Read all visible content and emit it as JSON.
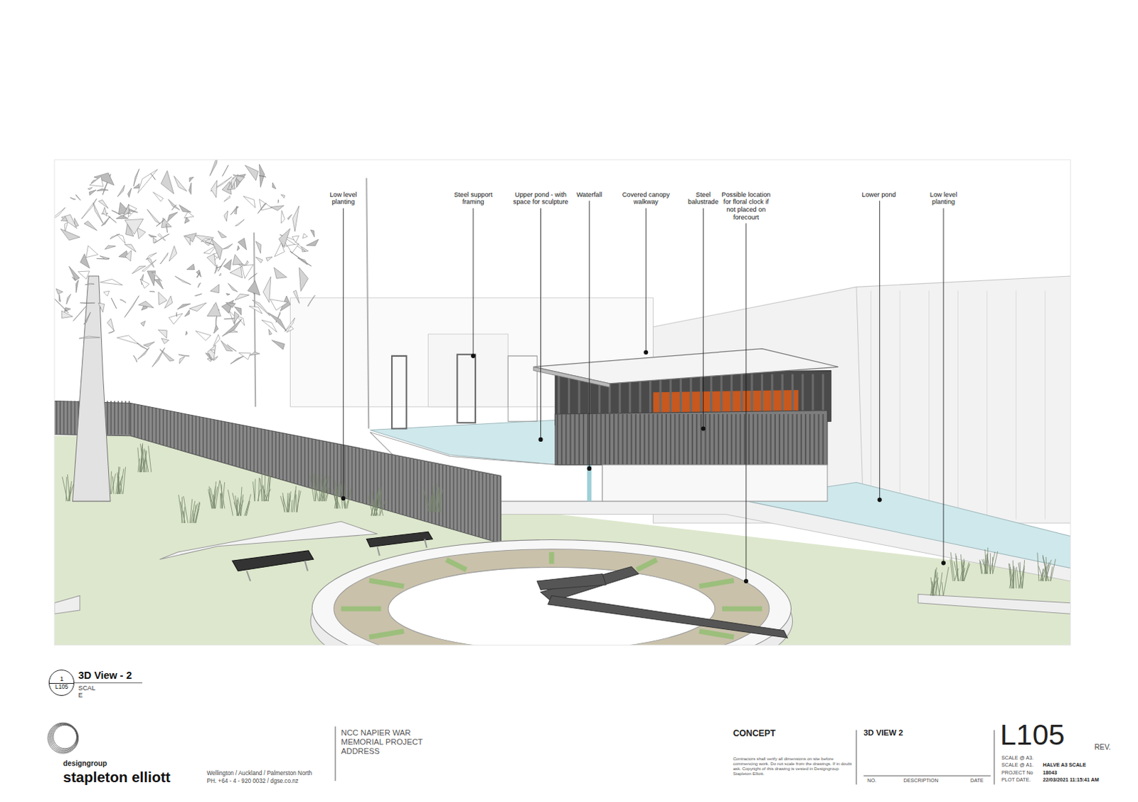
{
  "diagram": {
    "title": "3D View - 2",
    "nodes": [
      {
        "text": [
          "1",
          "L105"
        ]
      }
    ],
    "labels": [
      "Low level planting",
      "Steel support framing",
      "Upper pond - with space for sculpture",
      "Waterfall",
      "Covered canopy walkway",
      "Steel balustrade",
      "Possible location for floral clock if not placed on forecourt",
      "Lower pond",
      "Low level planting",
      "SCAL E",
      "designgroup",
      "stapleton elliott",
      "Wellington / Auckland / Palmerston North",
      "PH. +64 - 4 - 920 0032 / dgse.co.nz",
      "NCC NAPIER WAR MEMORIAL PROJECT ADDRESS",
      "CONCEPT",
      "Contractors shall verify all dimensions on site before commencing work. Do not scale from the drawings. If in doubt ask. Copyright of this drawing is vested in Designgroup Stapleton Elliott.",
      "3D VIEW 2",
      "NO.",
      "DESCRIPTION",
      "DATE",
      "L105",
      "REV.",
      "SCALE @ A3.",
      "SCALE @ A1.",
      "HALVE A3 SCALE",
      "PROJECT No",
      "18043",
      "PLOT DATE.",
      "22/03/2021 11:15:41 AM"
    ]
  }
}
